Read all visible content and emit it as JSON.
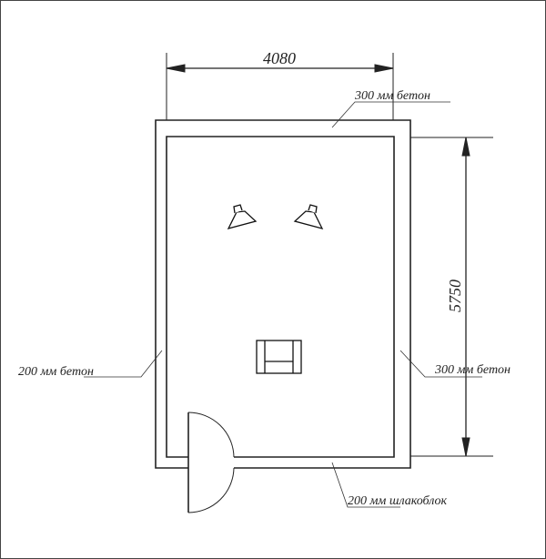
{
  "plan": {
    "width_dimension": "4080",
    "height_dimension": "5750",
    "labels": {
      "top_wall": "300 мм бетон",
      "left_wall": "200 мм бетон",
      "right_wall": "300 мм бетон",
      "bottom_wall": "200 мм шлакоблок"
    },
    "fixtures": [
      "lamp-left",
      "lamp-right",
      "armchair",
      "door"
    ]
  }
}
